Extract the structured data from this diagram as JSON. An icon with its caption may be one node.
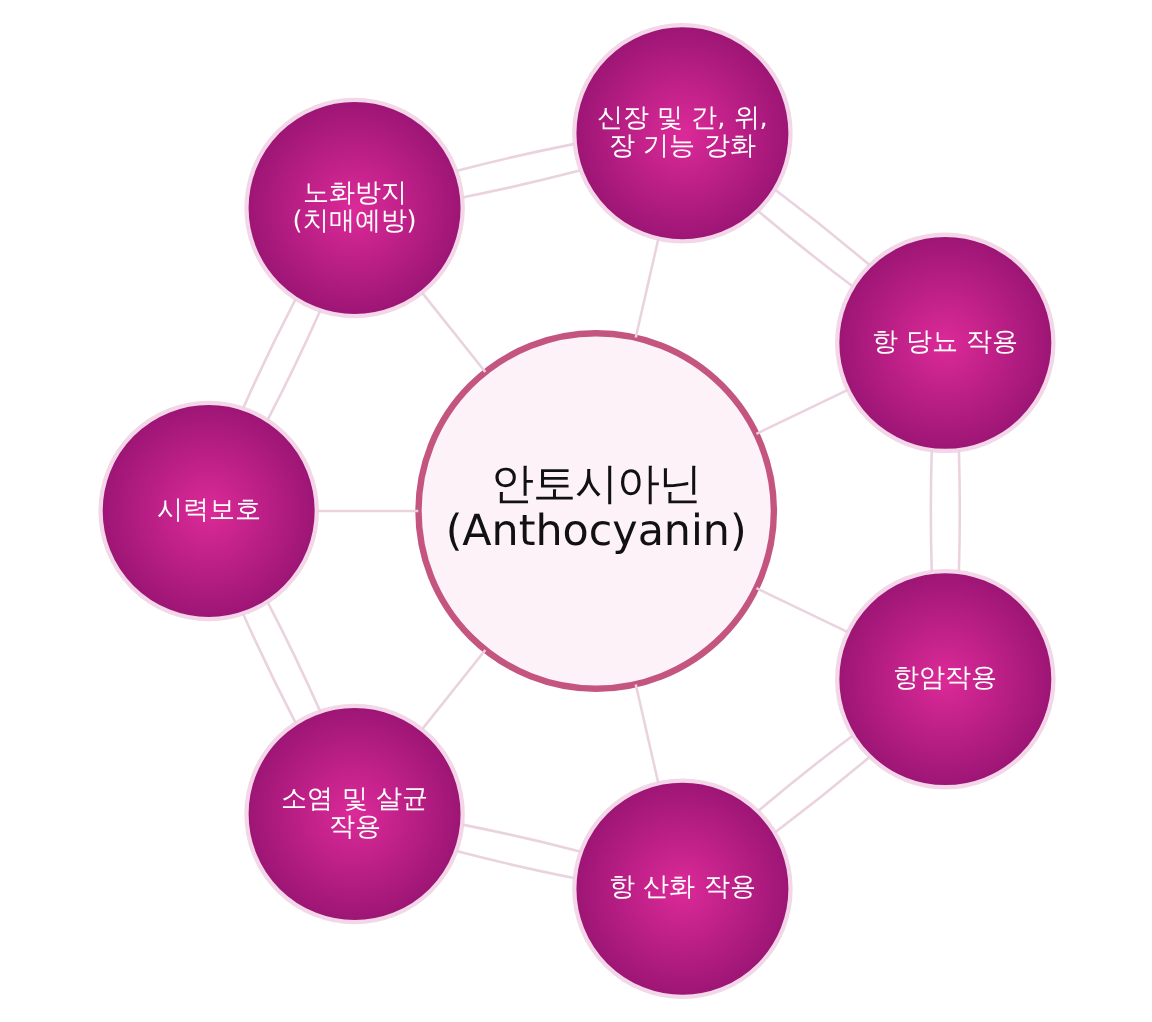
{
  "diagram": {
    "nodes": [
      {
        "text": [
          "안토시아닌 (Anthocyanin)"
        ]
      },
      {
        "text": [
          "신장 및 간, 위, 장 기능 강화"
        ]
      },
      {
        "text": [
          "항 당뇨 작용"
        ]
      },
      {
        "text": [
          "항암작용"
        ]
      },
      {
        "text": [
          "항 산화 작용"
        ]
      },
      {
        "text": [
          "소염 및 살균 작용"
        ]
      },
      {
        "text": [
          "시력보호"
        ]
      },
      {
        "text": [
          "노화방지 (치매예방)"
        ]
      }
    ],
    "edges": [
      {
        "from": 0,
        "to": 1,
        "arrow": "none"
      },
      {
        "from": 0,
        "to": 2,
        "arrow": "none"
      },
      {
        "from": 0,
        "to": 3,
        "arrow": "none"
      },
      {
        "from": 0,
        "to": 4,
        "arrow": "none"
      },
      {
        "from": 0,
        "to": 5,
        "arrow": "none"
      },
      {
        "from": 0,
        "to": 6,
        "arrow": "none"
      },
      {
        "from": 0,
        "to": 7,
        "arrow": "none"
      },
      {
        "from": 1,
        "to": 2,
        "arrow": "none"
      },
      {
        "from": 1,
        "to": 2,
        "arrow": "none"
      },
      {
        "from": 2,
        "to": 3,
        "arrow": "none"
      },
      {
        "from": 2,
        "to": 3,
        "arrow": "none"
      },
      {
        "from": 3,
        "to": 4,
        "arrow": "none"
      },
      {
        "from": 3,
        "to": 4,
        "arrow": "none"
      },
      {
        "from": 4,
        "to": 5,
        "arrow": "none"
      },
      {
        "from": 4,
        "to": 5,
        "arrow": "none"
      },
      {
        "from": 5,
        "to": 6,
        "arrow": "none"
      },
      {
        "from": 5,
        "to": 6,
        "arrow": "none"
      },
      {
        "from": 6,
        "to": 7,
        "arrow": "none"
      },
      {
        "from": 6,
        "to": 7,
        "arrow": "none"
      },
      {
        "from": 7,
        "to": 1,
        "arrow": "none"
      },
      {
        "from": 7,
        "to": 1,
        "arrow": "none"
      }
    ]
  }
}
